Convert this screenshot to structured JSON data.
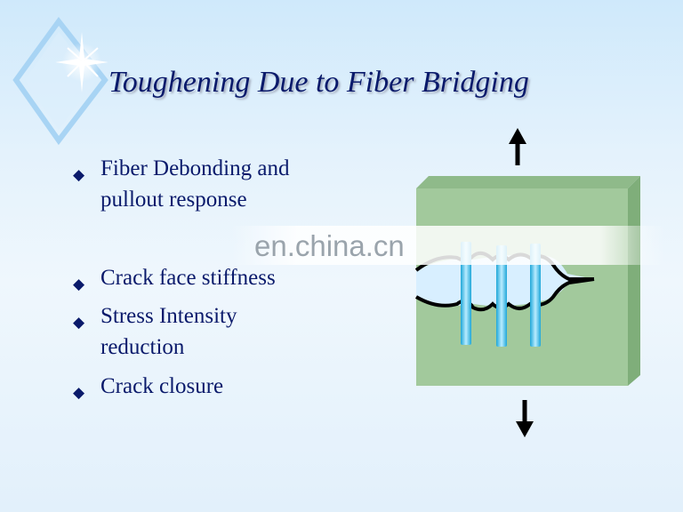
{
  "slide": {
    "title": "Toughening Due to Fiber Bridging",
    "bullets": [
      {
        "line1": "Fiber Debonding and",
        "line2": "pullout response"
      },
      {
        "line1": "Crack face stiffness",
        "line2": ""
      },
      {
        "line1": "Stress Intensity",
        "line2": "reduction"
      },
      {
        "line1": "Crack closure",
        "line2": ""
      }
    ],
    "bullet_icon": "diamond-bullet-icon"
  },
  "watermark": {
    "text": "en.china.cn"
  },
  "colors": {
    "title": "#0a1a6b",
    "block_face": "#a2c99c",
    "block_top": "#8fba8a",
    "crack": "#d8efff",
    "fiber": "#3ec0ea"
  }
}
